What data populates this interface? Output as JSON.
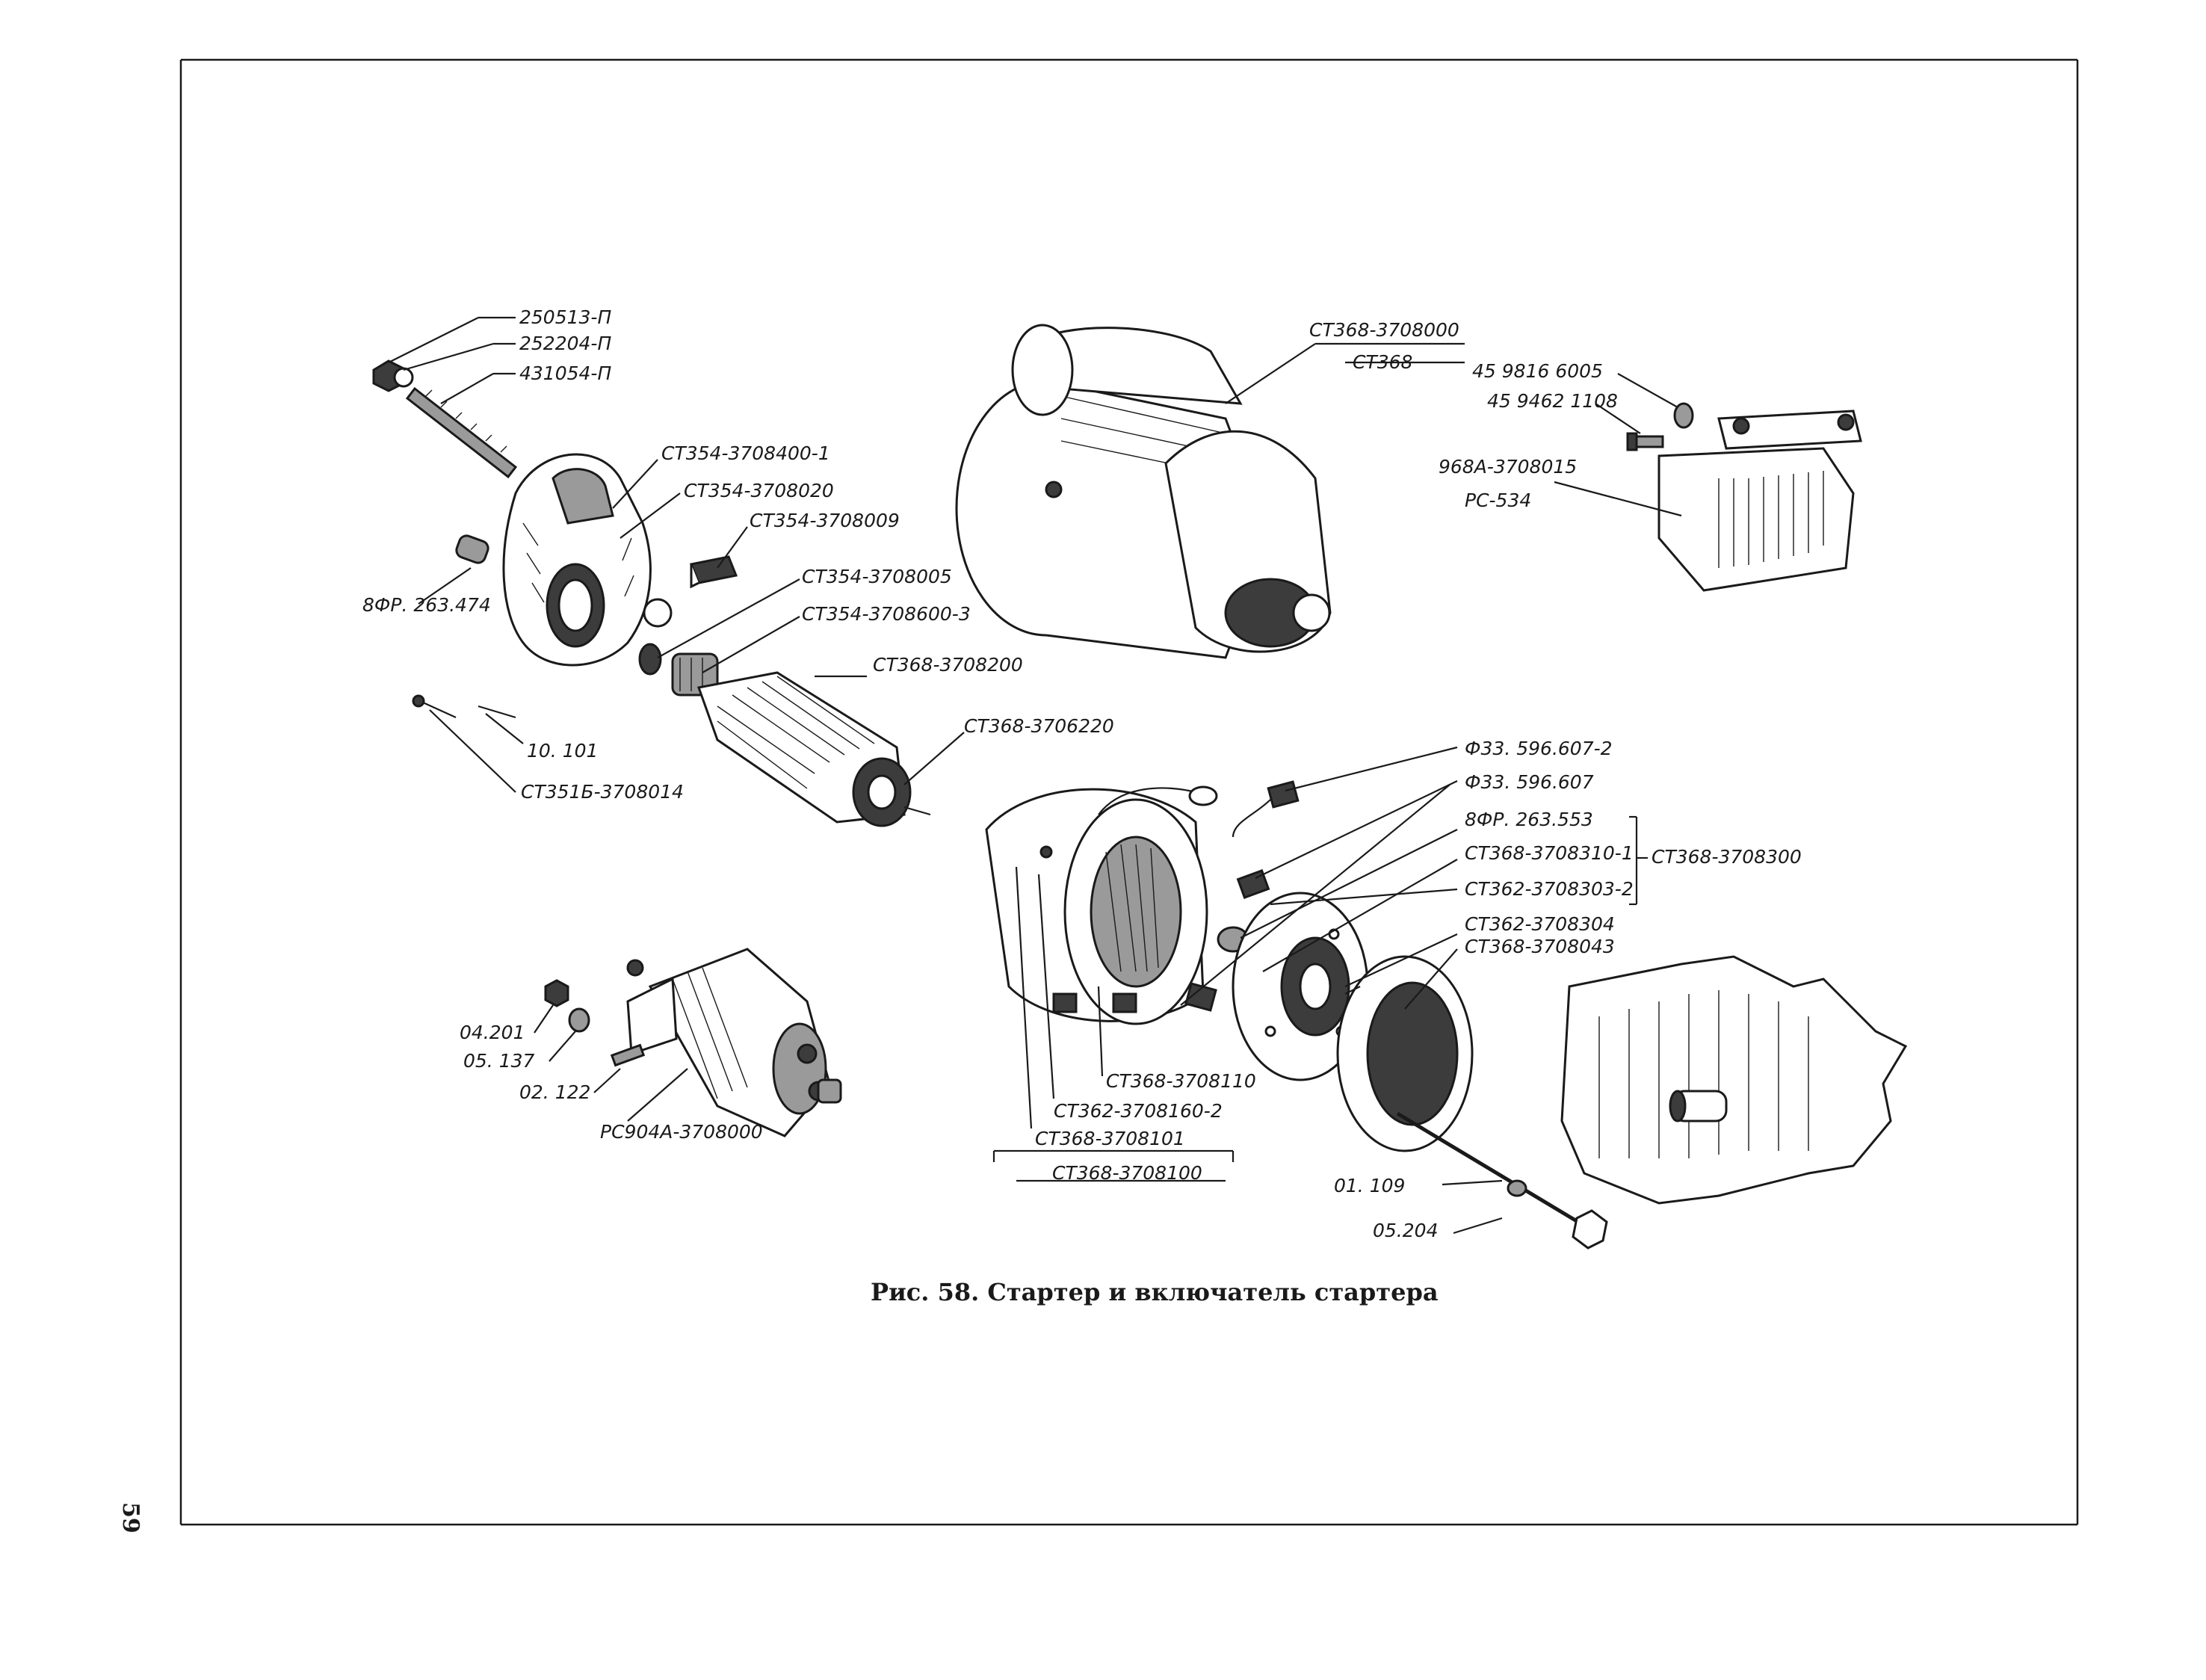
{
  "page_number": "59",
  "caption": "Рис. 58. Стартер и включатель стартера",
  "labels": {
    "nut_250513": "250513-П",
    "washer_252204": "252204-П",
    "bolt_431054": "431054-П",
    "cover_3708400": "СТ354-3708400-1",
    "cover_3708020": "СТ354-3708020",
    "part_3708009": "СТ354-3708009",
    "bushing_263474": "8ФР. 263.474",
    "part_3708005": "СТ354-3708005",
    "drive_3708600": "СТ354-3708600-3",
    "armature_3708200": "СТ368-3708200",
    "shaft_3706220": "СТ368-3706220",
    "pin_10101": "10. 101",
    "lever_3708014": "СТ351Б-3708014",
    "starter_3708000": "СТ368-3708000",
    "starter_model": "СТ368",
    "washer_6005": "45 9816 6005",
    "screw_1108": "45 9462 1108",
    "relay_3708015": "968А-3708015",
    "relay_model": "РС-534",
    "brush_607_2": "Ф33. 596.607-2",
    "brush_607": "Ф33. 596.607",
    "bushing_263553": "8ФР. 263.553",
    "plate_3708310": "СТ368-3708310-1",
    "assembly_3708300": "СТ368-3708300",
    "part_3708303": "СТ362-3708303-2",
    "part_3708304": "СТ362-3708304",
    "cover_3708043": "СТ368-3708043",
    "nut_04201": "04.201",
    "washer_05137": "05. 137",
    "screw_02122": "02. 122",
    "switch_rs904": "РС904А-3708000",
    "coil_3708110": "СТ368-3708110",
    "pole_3708160": "СТ362-3708160-2",
    "housing_3708101": "СТ368-3708101",
    "stator_3708100": "СТ368-3708100",
    "bolt_01109": "01. 109",
    "washer_05204": "05.204"
  }
}
